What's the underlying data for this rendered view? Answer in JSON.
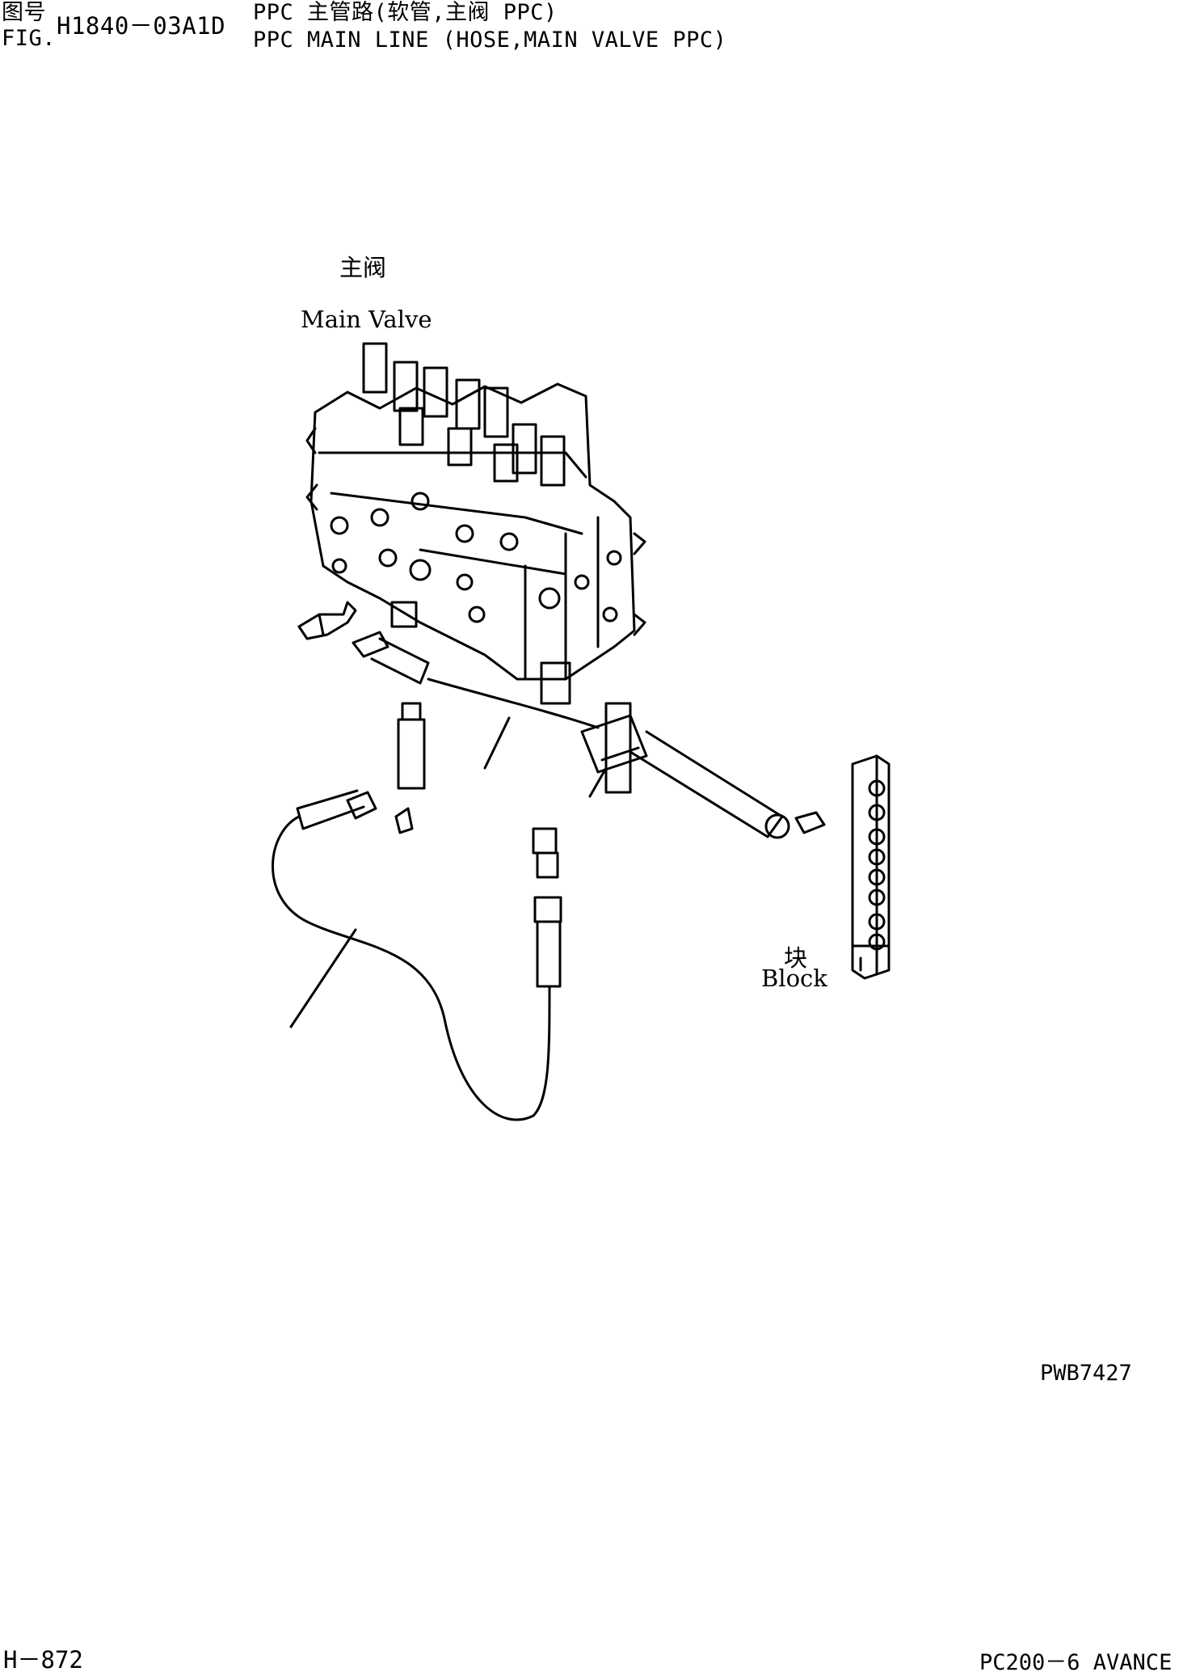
{
  "header": {
    "fig_cn": "图号",
    "fig_en": "FIG.",
    "fig_number": "H1840－03A1D",
    "title_cn": "PPC 主管路(软管,主阀 PPC)",
    "title_en": "PPC MAIN LINE (HOSE,MAIN VALVE PPC)"
  },
  "labels": {
    "main_valve_cn": "主阀",
    "main_valve_en": "Main Valve",
    "block_cn": "块",
    "block_en": "Block"
  },
  "drawing_code": "PWB7427",
  "footer": {
    "page": "H－872",
    "model": "PC200－6 AVANCE"
  }
}
